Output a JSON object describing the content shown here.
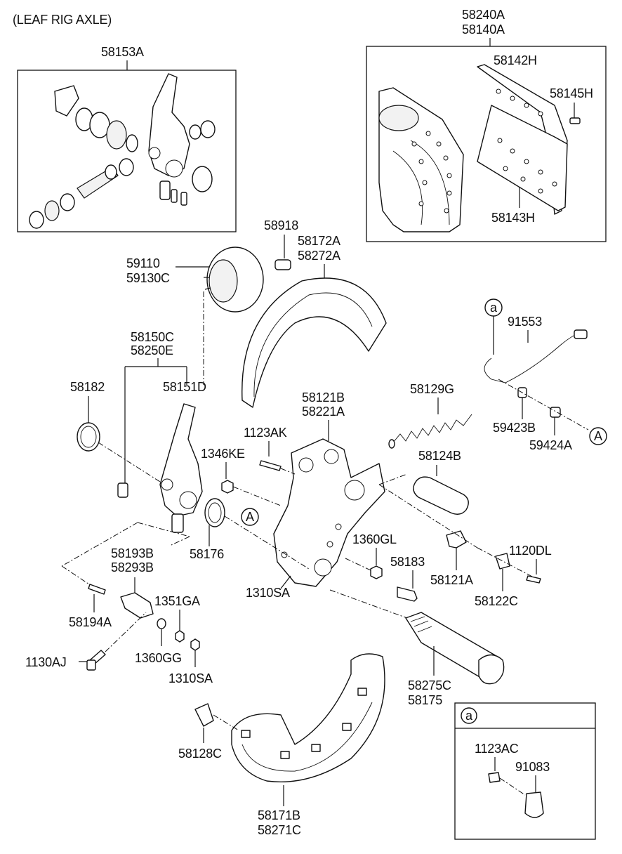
{
  "title": "(LEAF RIG AXLE)",
  "callout_marker": "A",
  "inset_marker": "a",
  "labels": {
    "l58153A": "58153A",
    "l58240A": "58240A",
    "l58140A": "58140A",
    "l58142H": "58142H",
    "l58145H": "58145H",
    "l58143H": "58143H",
    "l58918": "58918",
    "l58172A": "58172A",
    "l58272A": "58272A",
    "l59110": "59110",
    "l59130C": "59130C",
    "l58150C": "58150C",
    "l58250E": "58250E",
    "l58182": "58182",
    "l58151D": "58151D",
    "l91553": "91553",
    "l58121B": "58121B",
    "l58221A": "58221A",
    "l58129G": "58129G",
    "l1123AK": "1123AK",
    "l1346KE": "1346KE",
    "l59423B": "59423B",
    "l59424A": "59424A",
    "l58124B": "58124B",
    "l58176": "58176",
    "l1360GL": "1360GL",
    "l1120DL": "1120DL",
    "l58193B": "58193B",
    "l58293B": "58293B",
    "l58183": "58183",
    "l58121A": "58121A",
    "l1310SA_mid": "1310SA",
    "l58122C": "58122C",
    "l1351GA": "1351GA",
    "l58194A": "58194A",
    "l1130AJ": "1130AJ",
    "l1360GG": "1360GG",
    "l1310SA_low": "1310SA",
    "l58275C": "58275C",
    "l58175": "58175",
    "l58128C": "58128C",
    "l1123AC": "1123AC",
    "l91083": "91083",
    "l58171B": "58171B",
    "l58271C": "58271C"
  }
}
